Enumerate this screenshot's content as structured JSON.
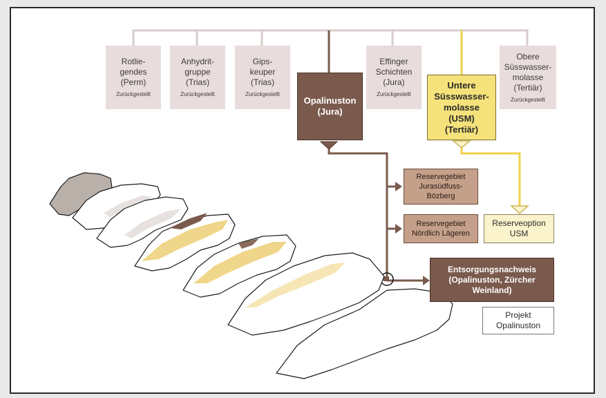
{
  "rock_units": [
    {
      "name": "Rotlie-\ngendes\n(Perm)",
      "status": "Zurückgestellt"
    },
    {
      "name": "Anhydrit-\ngruppe\n(Trias)",
      "status": "Zurückgestellt"
    },
    {
      "name": "Gips-\nkeuper\n(Trias)",
      "status": "Zurückgestellt"
    },
    {
      "name": "Effinger\nSchichten\n(Jura)",
      "status": "Zurückgestellt"
    },
    {
      "name": "Obere\nSüsswasser-\nmolasse\n(Tertiär)",
      "status": "Zurückgestellt"
    }
  ],
  "opalinuston": "Opalinuston\n(Jura)",
  "usm": "Untere\nSüsswasser-\nmolasse\n(USM)\n(Tertiär)",
  "reserve_1": "Reservegebiet\nJurasüdfuss-\nBözberg",
  "reserve_2": "Reservegebiet\nNördlich Lägeren",
  "reserve_usm": "Reserveoption\nUSM",
  "entsorgung": "Entsorgungsnachweis\n(Opalinuston, Zürcher\nWeinland)",
  "projekt": "Projekt\nOpalinuston",
  "colors": {
    "grey_rock": "#e9dcdc",
    "opalinus": "#7a5a4c",
    "usm": "#f5e27a",
    "reserve": "#c4a08a",
    "usm_light": "#fbf3cc",
    "map_grey": "#b9b0aa",
    "map_brown": "#7a5a4c",
    "map_yellow": "#f0d68a"
  }
}
